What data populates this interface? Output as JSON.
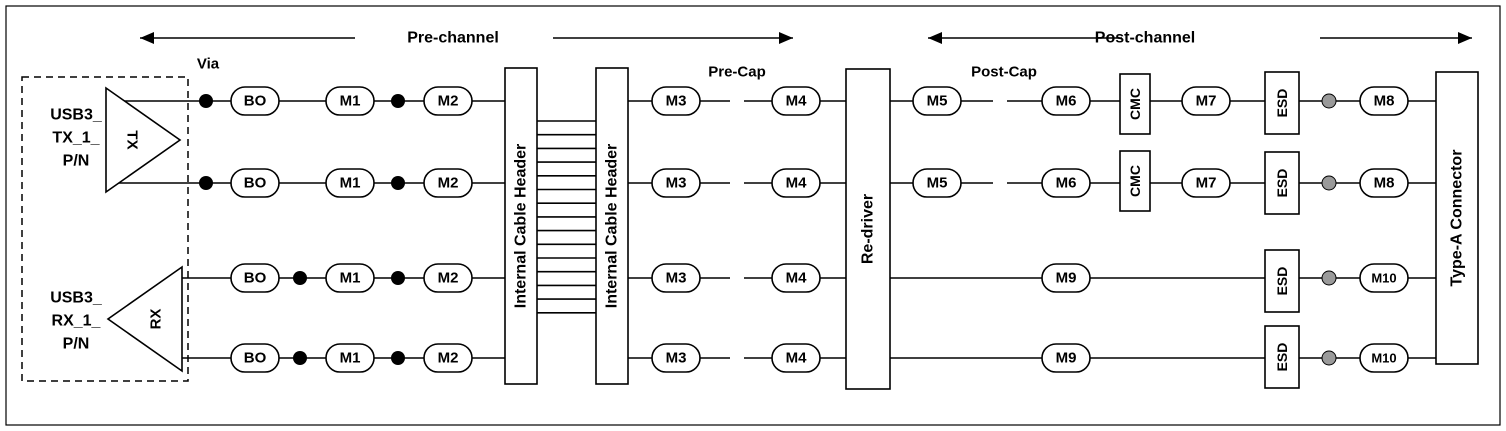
{
  "labels": {
    "pre_channel": "Pre-channel",
    "post_channel": "Post-channel",
    "via": "Via",
    "pre_cap": "Pre-Cap",
    "post_cap": "Post-Cap",
    "tx_name": [
      "USB3_",
      "TX_1_",
      "P/N"
    ],
    "rx_name": [
      "USB3_",
      "RX_1_",
      "P/N"
    ],
    "tx": "TX",
    "rx": "RX",
    "internal_cable_header": "Internal Cable Header",
    "redriver": "Re-driver",
    "connector": "Type-A Connector",
    "cmc": "CMC",
    "esd": "ESD"
  },
  "components": {
    "bo": "BO",
    "m1": "M1",
    "m2": "M2",
    "m3": "M3",
    "m4": "M4",
    "m5": "M5",
    "m6": "M6",
    "m7": "M7",
    "m8": "M8",
    "m9": "M9",
    "m10": "M10"
  },
  "colors": {
    "stroke": "#000000",
    "via_dot": "#000000",
    "grey_dot": "#9a9a9a",
    "background": "#ffffff"
  }
}
